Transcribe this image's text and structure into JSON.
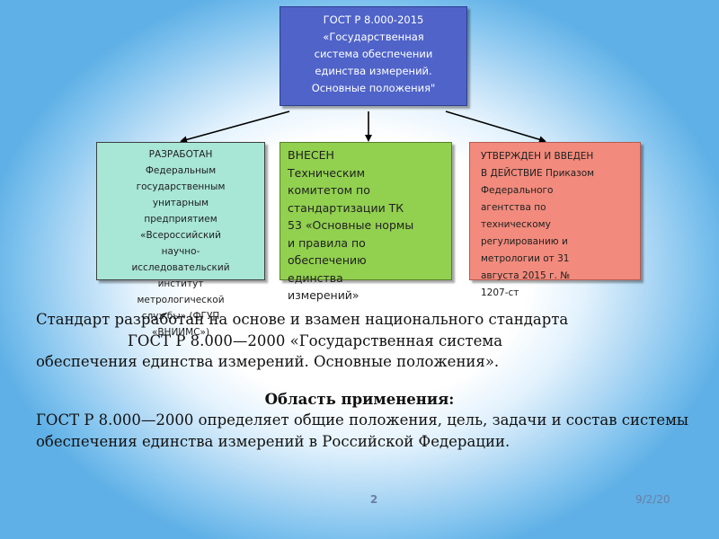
{
  "diagram": {
    "top_box": {
      "text": "ГОСТ Р 8.000-2015\n«Государственная\nсистема обеспечении\nединства измерений.\nОсновные положения\"",
      "color": "#4f63c9"
    },
    "left_box": {
      "text": "РАЗРАБОТАН\nФедеральным\nгосударственным\nунитарным\nпредприятием\n«Всероссийский\nнаучно-\nисследовательский\nинститут\nметрологической\nслужбы» (ФГУП\n«ВНИИМС»)",
      "color": "#a8e6d6"
    },
    "middle_box": {
      "text": "ВНЕСЕН\nТехническим\nкомитетом по\nстандартизации ТК\n53 «Основные нормы\nи правила по\nобеспечению\nединства\nизмерений»",
      "color": "#92d050"
    },
    "right_box": {
      "text": "УТВЕРЖДЕН И ВВЕДЕН\nВ ДЕЙСТВИЕ Приказом\nФедерального\nагентства по\nтехническому\nрегулированию и\nметрологии от 31\nавгуста 2015 г. №\n1207-ст",
      "color": "#f28b7d"
    }
  },
  "body": {
    "line1": "Стандарт разработан на основе и взамен национального стандарта",
    "line2": "ГОСТ Р 8.000—2000 «Государственная система",
    "line3": "обеспечения единства измерений. Основные положения».",
    "scope_title": "Область применения:",
    "scope_text": "ГОСТ Р 8.000—2000 определяет общие положения, цель, задачи и состав системы обеспечения единства измерений в Российской Федерации."
  },
  "footer": {
    "page_number": "2",
    "date": "9/2/20"
  }
}
